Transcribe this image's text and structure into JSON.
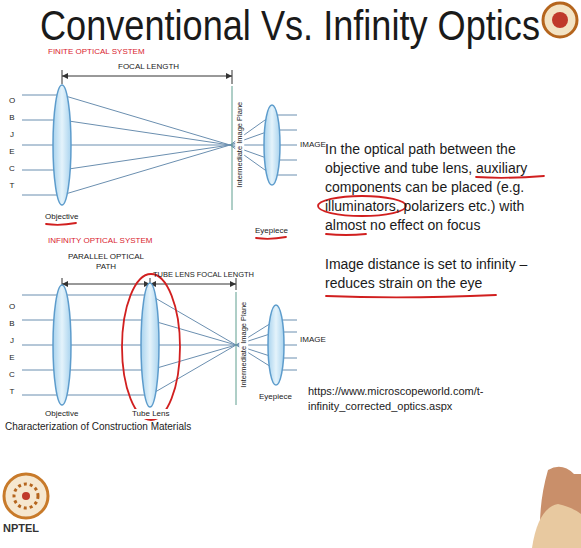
{
  "diagram": {
    "title": "Conventional Vs. Infinity Optics",
    "labels": [
      "FINITE OPTICAL SYSTEM",
      "FOCAL LENGTH",
      "OBJECT",
      "Objective",
      "Intermediate Image Plane",
      "Eyepiece",
      "IMAGE",
      "INFINITY OPTICAL SYSTEM",
      "PARALLEL OPTICAL PATH",
      "TUBE LENS FOCAL LENGTH",
      "OBJECT",
      "Objective",
      "Tube Lens",
      "Intermediate Image Plane",
      "Eyepiece",
      "IMAGE",
      "Characterization of Construction Materials",
      "In the optical path between the objective and tube lens, auxiliary components can be placed (e.g. illuminators, polarizers etc.) with almost no effect on focus",
      "Image distance is set to infinity – reduces strain on the eye",
      "https://www.microscopeworld.com/t-infinity_corrected_optics.aspx",
      "NPTEL"
    ]
  }
}
